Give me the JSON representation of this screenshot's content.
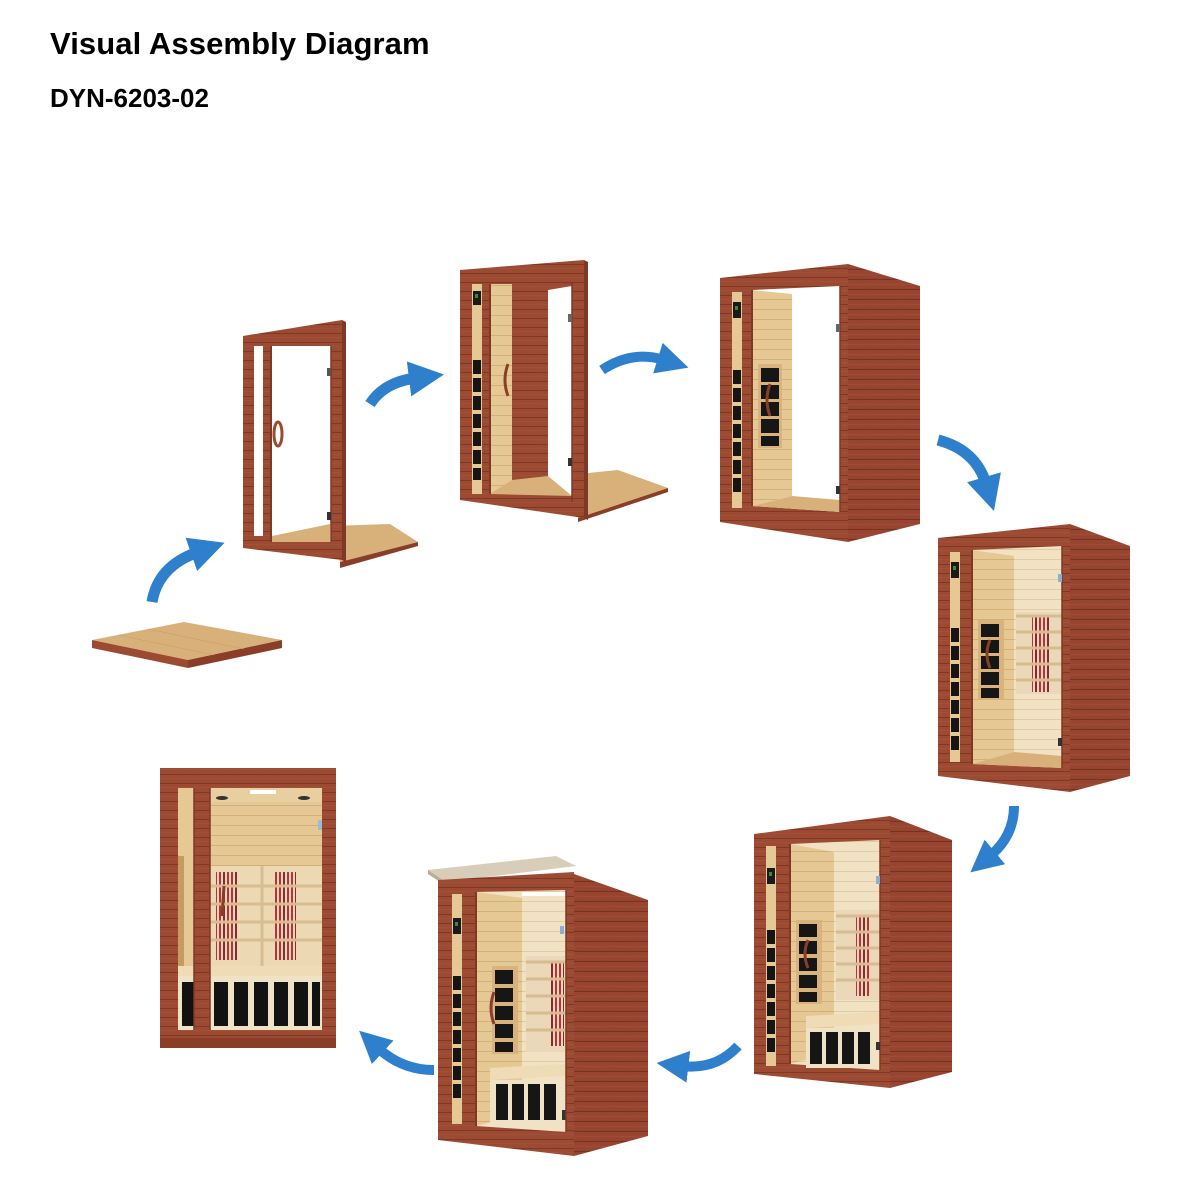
{
  "header": {
    "title": "Visual Assembly Diagram",
    "model": "DYN-6203-02"
  },
  "colors": {
    "arrow": "#2e7fcc",
    "frame_wood": "#9c4a32",
    "frame_wood_dark": "#7e3826",
    "frame_wood_light": "#b5624a",
    "interior_wood": "#e4c796",
    "interior_wood_light": "#f0dfc0",
    "floor_top": "#d8b17a",
    "heater_black": "#1a1a1a",
    "heater_red": "#b8342a",
    "glass": "#ffffff",
    "background": "#ffffff"
  },
  "steps": [
    {
      "index": 1,
      "name": "floor-panel",
      "description": "Floor panel placed"
    },
    {
      "index": 2,
      "name": "front-panel-with-door",
      "description": "Front panel with glass door attached to floor"
    },
    {
      "index": 3,
      "name": "back-panel",
      "description": "Back panel with heaters added"
    },
    {
      "index": 4,
      "name": "right-side-panel",
      "description": "Right side panel added"
    },
    {
      "index": 5,
      "name": "left-side-panel",
      "description": "Left side panel with heaters added"
    },
    {
      "index": 6,
      "name": "bench",
      "description": "Bench with heaters installed"
    },
    {
      "index": 7,
      "name": "roof-panel",
      "description": "Roof panel installed"
    },
    {
      "index": 8,
      "name": "completed-sauna",
      "description": "Completed sauna, front view"
    }
  ],
  "arrows": [
    {
      "from": 1,
      "to": 2,
      "direction": "up-right"
    },
    {
      "from": 2,
      "to": 3,
      "direction": "up-right"
    },
    {
      "from": 3,
      "to": 4,
      "direction": "right"
    },
    {
      "from": 4,
      "to": 5,
      "direction": "down-right"
    },
    {
      "from": 5,
      "to": 6,
      "direction": "down-left"
    },
    {
      "from": 6,
      "to": 7,
      "direction": "left"
    },
    {
      "from": 7,
      "to": 8,
      "direction": "up-left"
    }
  ]
}
